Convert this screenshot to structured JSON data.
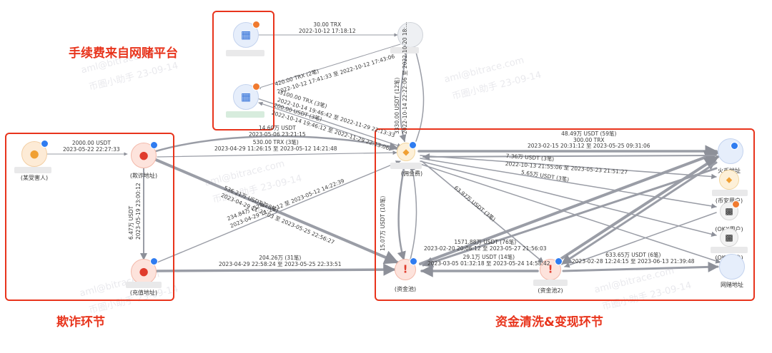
{
  "sections": {
    "fee_title": "手续费来自网赌平台",
    "fraud_title": "欺诈环节",
    "laundering_title": "资金清洗&变现环节"
  },
  "watermarks": [
    "aml@bitrace.com",
    "币圈小助手 23-09-14"
  ],
  "nodes": {
    "victim": "(某受害人)",
    "fraud_address": "(欺诈地址)",
    "recharge_address": "(充值地址)",
    "fund_pool": "(资金池)",
    "fund_pool_2": "(资金池2)",
    "commission": "(佣金费)",
    "fire_address": "火币地址",
    "binance_user": "(币安用户)",
    "okx_user_1": "(OKX用户)",
    "okx_user_2": "(OKX用户)",
    "gambling_address": "网赌地址"
  },
  "edges": {
    "e1_amount": "30.00 TRX",
    "e1_time": "2022-10-12 17:18:12",
    "e2_amount": "420.00 TRX (2笔)",
    "e2_time": "2022-10-12 17:41:33 至 2022-10-12 17:43:06",
    "e3_amount": "3100.00 TRX (3笔)",
    "e3_time": "2022-10-14 19:46:42 至 2022-11-29 22:13:33",
    "e4_amount": "200.00 USDT (3笔)",
    "e4_time": "2022-10-14 19:46:12 至 2022-11-29 22:13:06",
    "e5_amount": "3330.00 USDT (12笔)",
    "e5_time": "2022-10-14 22:22:06 至 2022-10-20 18:...",
    "e6_amount": "2000.00 USDT",
    "e6_time": "2023-05-22 22:27:33",
    "e7_amount": "14.60万 USDT",
    "e7_time": "2023-05-06 23:21:15",
    "e8_amount": "530.00 TRX (3笔)",
    "e8_time": "2023-04-29 11:26:15 至 2023-05-12 14:21:48",
    "e9_amount": "6.47万 USDT",
    "e9_time": "2023-05-19 23:00:12",
    "e10_amount": "234.84万 (32笔)",
    "e10_time": "2023-04-29 11:25:12 至 2023-05-12 14:22:39",
    "e11_amount": "536.21万 USDT (28笔)",
    "e11_time": "2023-04-29 11:25:03 至 2023-05-25 22:56:27",
    "e12_amount": "204.26万 (31笔)",
    "e12_time": "2023-04-29 22:58:24 至 2023-05-25 22:33:51",
    "e13_amount": "48.49万 USDT (59笔)",
    "e14_amount": "300.00 TRX",
    "e14_time": "2023-02-15 20:31:12 至 2023-05-25 09:31:06",
    "e15_amount": "7.36万 USDT (3笔)",
    "e15_time": "2022-10-13 21:55:06 至 2023-05-23 21:51:27",
    "e16_amount": "5.65万 USDT (3笔)",
    "e17_amount": "1571.88万 USDT (76笔)",
    "e17_time": "2023-02-20 20:06:12 至 2023-05-27 21:56:03",
    "e18_amount": "29.1万 USDT (14笔)",
    "e18_time": "2023-03-05 01:32:18 至 2023-05-24 14:58:42",
    "e19_amount": "633.65万 USDT (6笔)",
    "e19_time": "2023-02-28 12:24:15 至 2023-06-13 21:39:48",
    "e20_amount": "63.97万 USDT (3笔)",
    "e21_amount": "15.07万 USDT (10笔)"
  }
}
